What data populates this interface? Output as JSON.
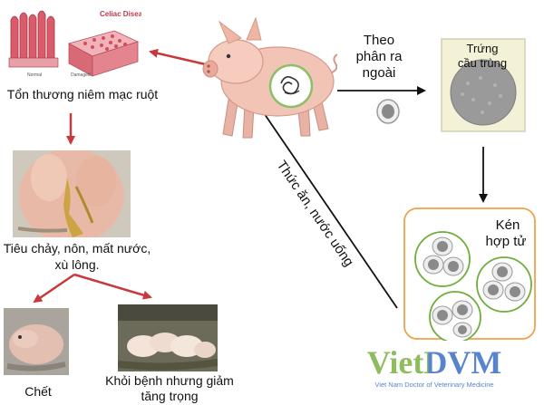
{
  "title_celiac": "Celiac Disease",
  "label_normal": "Normal",
  "label_damaged": "Damaged",
  "label_intestinal_damage": "Tổn thương niêm mạc ruột",
  "label_symptoms_line1": "Tiêu chảy, nôn, mất nước,",
  "label_symptoms_line2": "xù lông.",
  "label_death": "Chết",
  "label_recovery_line1": "Khỏi bệnh nhưng giảm",
  "label_recovery_line2": "tăng trọng",
  "label_feces_line1": "Theo",
  "label_feces_line2": "phân ra",
  "label_feces_line3": "ngoài",
  "label_oocyst_line1": "Trứng",
  "label_oocyst_line2": "cầu trùng",
  "label_cyst_line1": "Kén",
  "label_cyst_line2": "hợp tử",
  "label_transmission": "Thức ăn, nước uống",
  "watermark_main": "VietDVM",
  "watermark_sub": "Viet Nam Doctor of Veterinary Medicine",
  "colors": {
    "red_arrow": "#c8393b",
    "black_arrow": "#111111",
    "orange_frame": "#f2a14a",
    "green_circle": "#6fae3a",
    "logo_green": "#7bb243",
    "logo_blue": "#3a6fc4"
  }
}
